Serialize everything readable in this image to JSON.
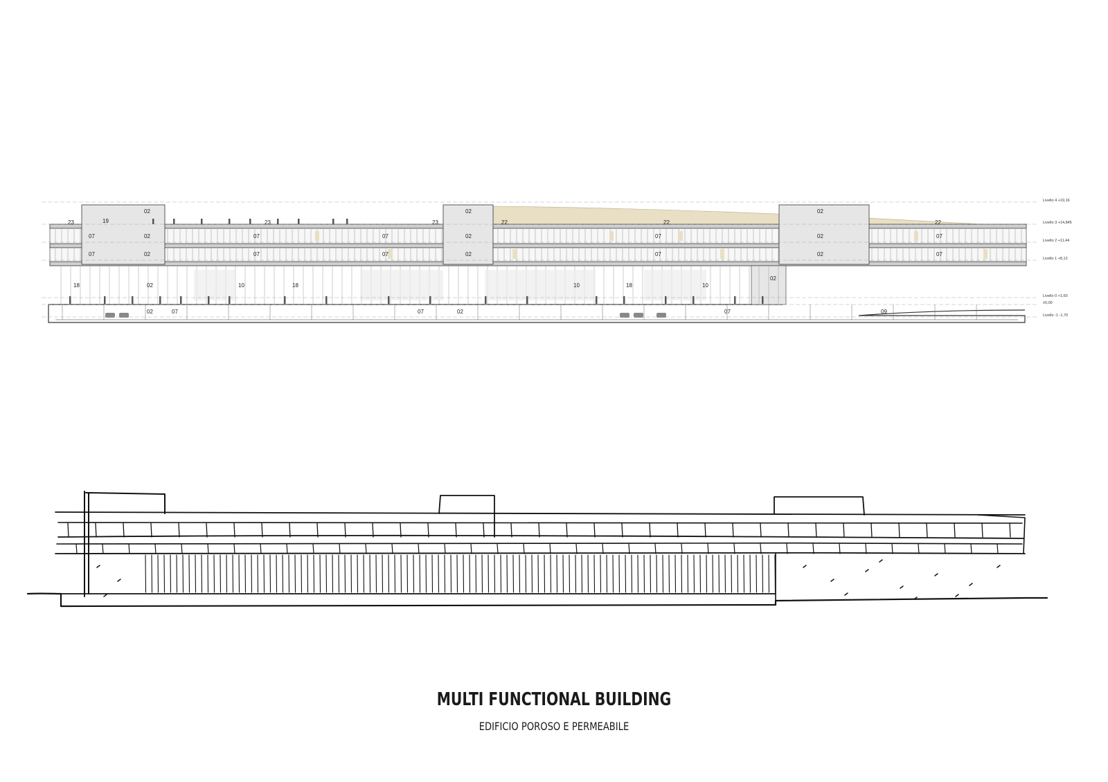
{
  "title": "MULTI FUNCTIONAL BUILDING",
  "subtitle": "EDIFICIO POROSO E PERMEABILE",
  "colors": {
    "roof_canopy": "#e8dfc4",
    "core_fill": "#e6e6e6",
    "line": "#333333",
    "sketch": "#111111"
  },
  "levels": [
    {
      "label": "Livello 4 +19,16"
    },
    {
      "label": "Livello 3 +14,845"
    },
    {
      "label": "Livello 2 +11,44"
    },
    {
      "label": "Livello 1 +8,12"
    },
    {
      "label": "Livello 0 +1,50"
    },
    {
      "label": "±0,00"
    },
    {
      "label": "Livello -1 -1,70"
    }
  ],
  "zone_labels": [
    "02",
    "23",
    "19",
    "23",
    "23",
    "02",
    "22",
    "22",
    "02",
    "22",
    "07",
    "02",
    "07",
    "07",
    "02",
    "07",
    "02",
    "07",
    "07",
    "02",
    "07",
    "07",
    "02",
    "07",
    "02",
    "07",
    "18",
    "02",
    "10",
    "18",
    "10",
    "18",
    "10",
    "02",
    "02",
    "07",
    "07",
    "02",
    "07",
    "09"
  ]
}
